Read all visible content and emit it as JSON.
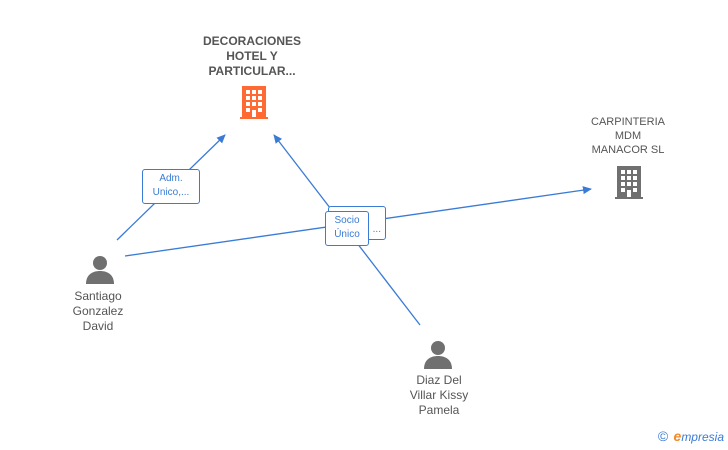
{
  "nodes": {
    "company_main": {
      "line1": "DECORACIONES",
      "line2": "HOTEL Y",
      "line3": "PARTICULAR...",
      "icon": "building-icon",
      "color": "#ff6a33"
    },
    "company_secondary": {
      "line1": "CARPINTERIA",
      "line2": "MDM",
      "line3": "MANACOR SL",
      "icon": "building-icon",
      "color": "#707070"
    },
    "person_santiago": {
      "line1": "Santiago",
      "line2": "Gonzalez",
      "line3": "David",
      "icon": "person-icon"
    },
    "person_diaz": {
      "line1": "Diaz Del",
      "line2": "Villar Kissy",
      "line3": "Pamela",
      "icon": "person-icon"
    }
  },
  "edges": {
    "santiago_to_main": {
      "line1": "Adm.",
      "line2": "Unico,..."
    },
    "diaz_to_main": {
      "line1": "Socio",
      "line2": "Único"
    },
    "diaz_to_secondary_hidden": {
      "line1": "...",
      "line2": ""
    }
  },
  "colors": {
    "edge": "#3a7bd5",
    "person": "#707070",
    "label": "#555555"
  },
  "brand": {
    "copyright": "©",
    "e": "e",
    "rest": "mpresia"
  }
}
